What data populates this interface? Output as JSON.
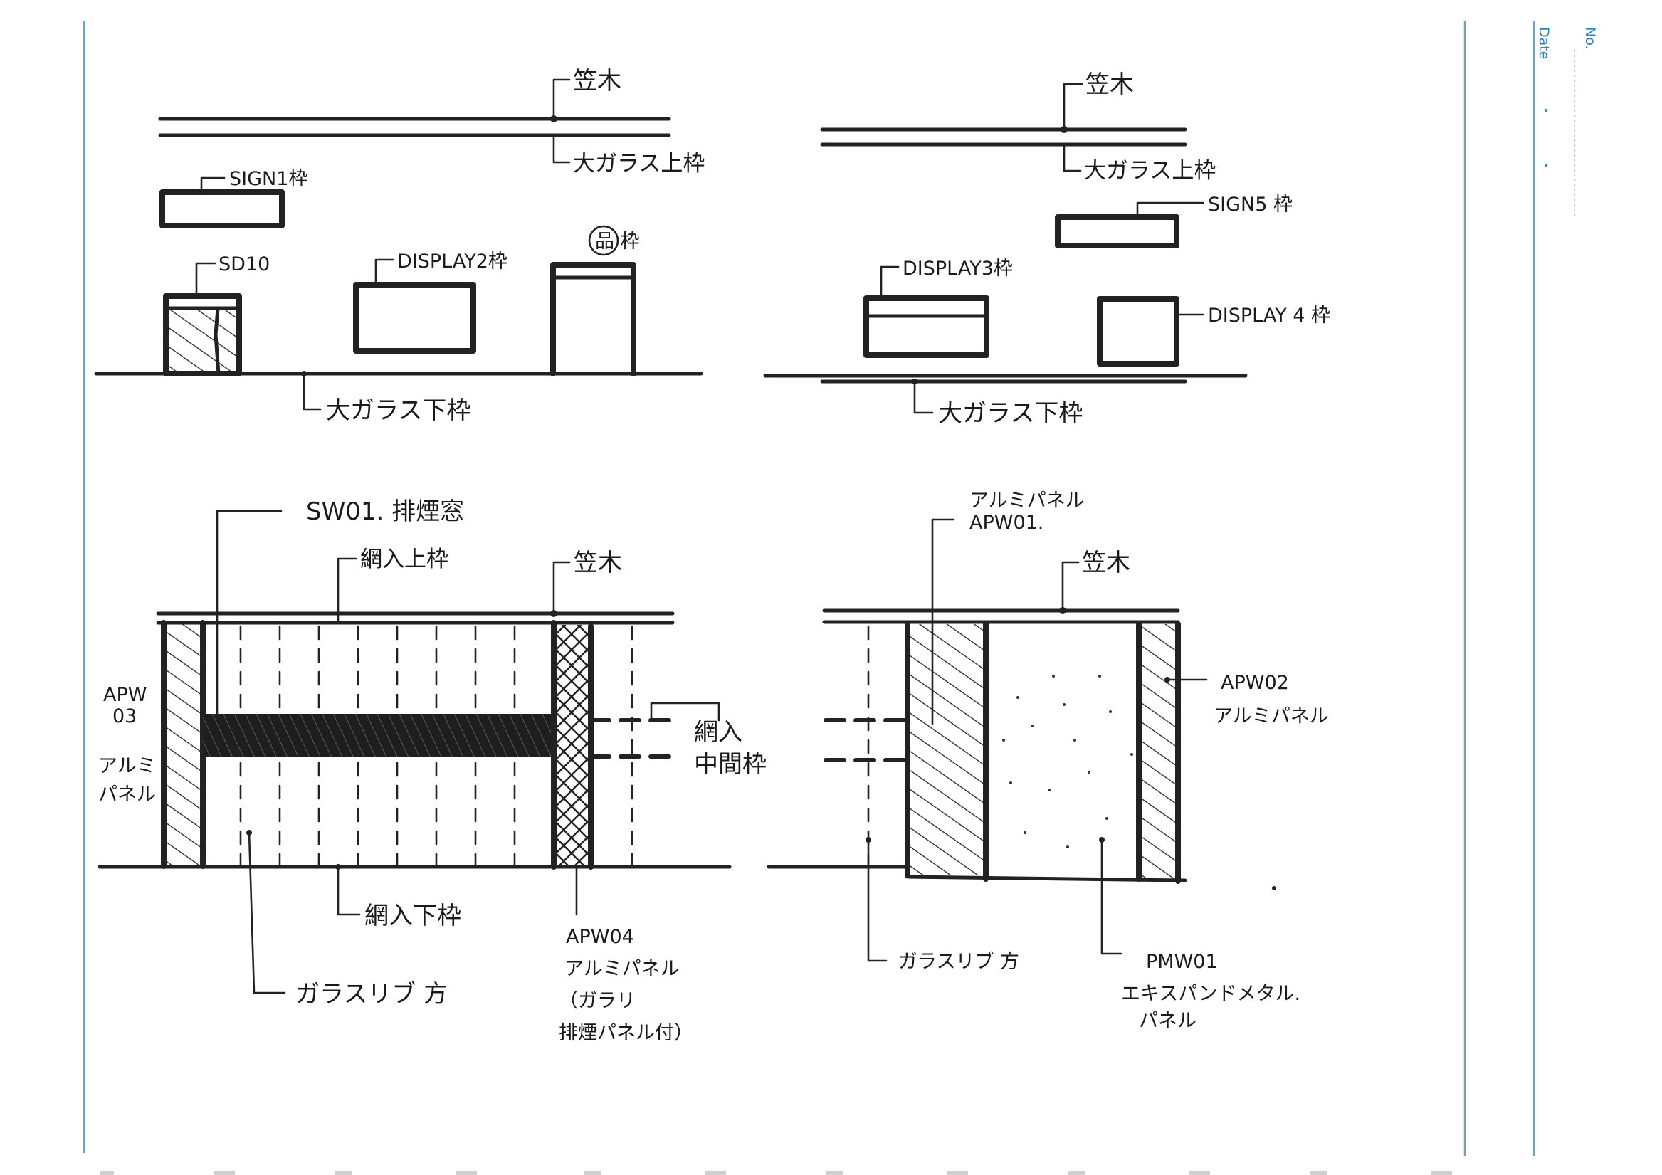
{
  "sheet": {
    "header_no_label": "No.",
    "header_date_label": "Date",
    "accent_color": "#2f7fb8"
  },
  "top_left": {
    "kasagi_label": "笠木",
    "glass_top_frame_label": "大ガラス上枠",
    "sign1_label": "SIGN1枠",
    "sd10_label": "SD10",
    "display2_label": "DISPLAY2枠",
    "door_frame_label": "品 枠",
    "glass_bottom_frame_label": "大ガラス下枠"
  },
  "top_right": {
    "kasagi_label": "笠木",
    "glass_top_frame_label": "大ガラス上枠",
    "sign5_label": "SIGN5 枠",
    "display3_label": "DISPLAY3枠",
    "display4_label": "DISPLAY 4 枠",
    "glass_bottom_frame_label": "大ガラス下枠"
  },
  "bottom_left": {
    "sw01_label": "SW01. 排煙窓",
    "wire_top_frame_label": "網入上枠",
    "kasagi_label": "笠木",
    "apw03_label_1": "APW",
    "apw03_label_2": "03",
    "alumi_label_1": "アルミ",
    "alumi_label_2": "パネル",
    "wire_bottom_frame_label": "網入下枠",
    "glass_rib_label": "ガラスリブ 方",
    "apw04_label_1": "APW04",
    "apw04_label_2": "アルミパネル",
    "apw04_label_3": "（ガラリ",
    "apw04_label_4": "排煙パネル付）",
    "wire_mid_label_1": "網入",
    "wire_mid_label_2": "中間枠"
  },
  "bottom_right": {
    "apw01_label_1": "アルミパネル",
    "apw01_label_2": "APW01.",
    "kasagi_label": "笠木",
    "apw02_label_1": "APW02",
    "apw02_label_2": "アルミパネル",
    "glass_rib_label": "ガラスリブ 方",
    "pmw01_label_1": "PMW01",
    "pmw01_label_2": "エキスパンドメタル.",
    "pmw01_label_3": "パネル"
  }
}
